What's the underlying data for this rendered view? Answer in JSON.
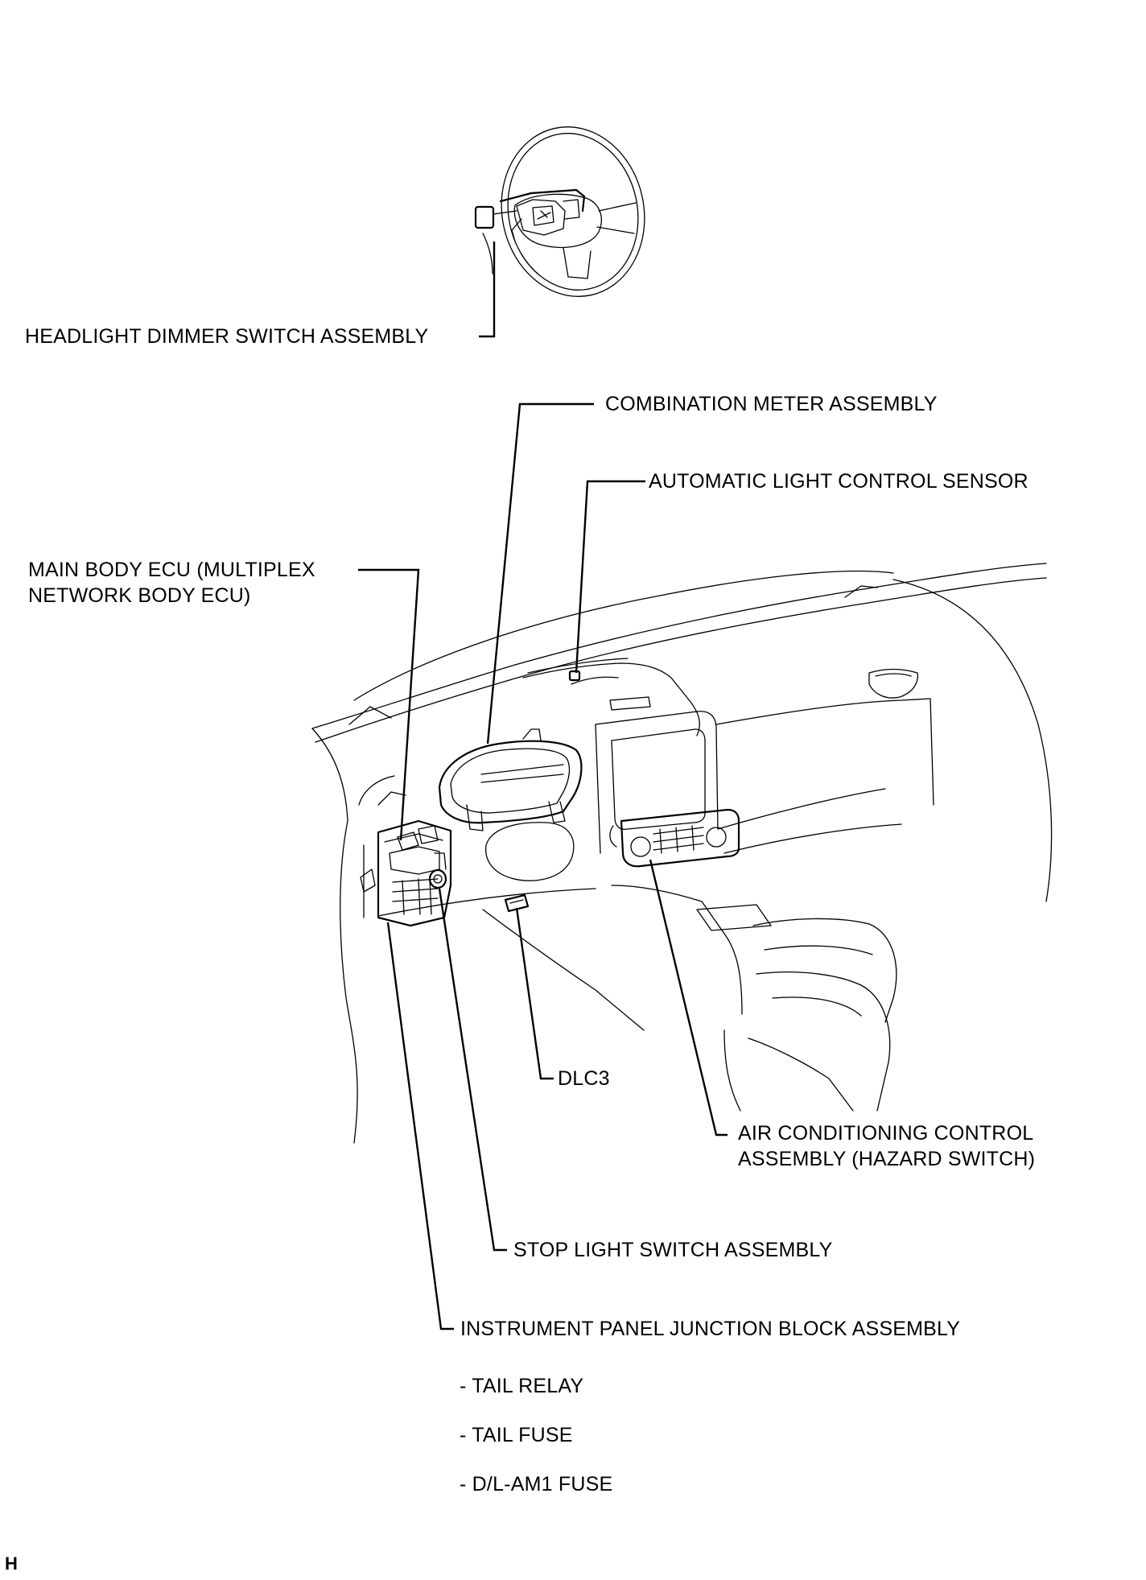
{
  "labels": {
    "headlight_dimmer": "HEADLIGHT DIMMER SWITCH ASSEMBLY",
    "combination_meter": "COMBINATION METER ASSEMBLY",
    "auto_light_sensor": "AUTOMATIC LIGHT CONTROL SENSOR",
    "main_body_ecu_line1": "MAIN BODY ECU (MULTIPLEX",
    "main_body_ecu_line2": "NETWORK BODY ECU)",
    "dlc3": "DLC3",
    "air_conditioning_line1": "AIR CONDITIONING CONTROL",
    "air_conditioning_line2": "ASSEMBLY (HAZARD SWITCH)",
    "stop_light_switch": "STOP LIGHT SWITCH ASSEMBLY",
    "instrument_panel_jb": "INSTRUMENT PANEL JUNCTION BLOCK ASSEMBLY",
    "tail_relay": "- TAIL RELAY",
    "tail_fuse": "- TAIL FUSE",
    "dl_am1_fuse": "- D/L-AM1 FUSE"
  },
  "corner_mark": "H"
}
